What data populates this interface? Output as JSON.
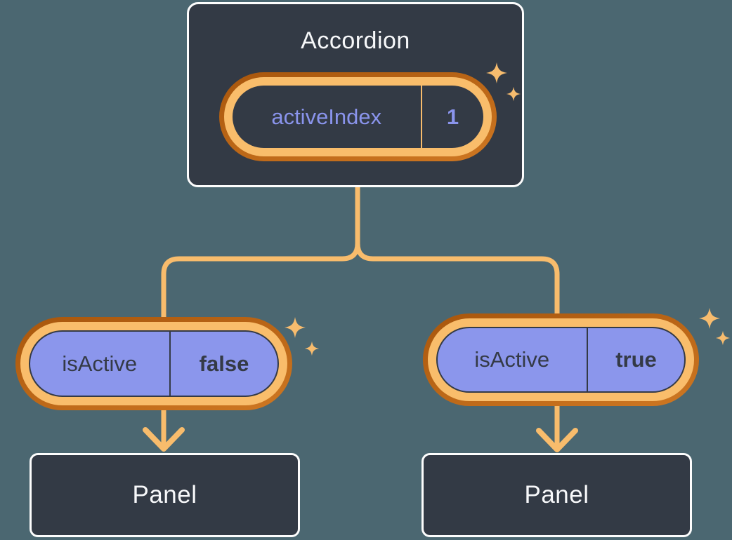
{
  "colors": {
    "background": "#4B6771",
    "card_bg": "#333A45",
    "card_border": "#FDFDFD",
    "connector_orange": "#F8BC6C",
    "ring_light_orange": "#F9BD6B",
    "ring_dark_orange": "#BD6414",
    "pill_purple": "#8B96EC",
    "text_dark": "#343A46",
    "text_light": "#F7F8FA",
    "text_purple": "#8A94EC",
    "sparkle_orange": "#F7BC6E"
  },
  "icons": {
    "sparkle": "four-point-star",
    "arrow_down": "chevron-arrow-down"
  },
  "diagram": {
    "root": {
      "title": "Accordion",
      "state": {
        "name": "activeIndex",
        "value": "1"
      }
    },
    "children": [
      {
        "prop": {
          "name": "isActive",
          "value": "false"
        },
        "panel_label": "Panel"
      },
      {
        "prop": {
          "name": "isActive",
          "value": "true"
        },
        "panel_label": "Panel"
      }
    ]
  }
}
